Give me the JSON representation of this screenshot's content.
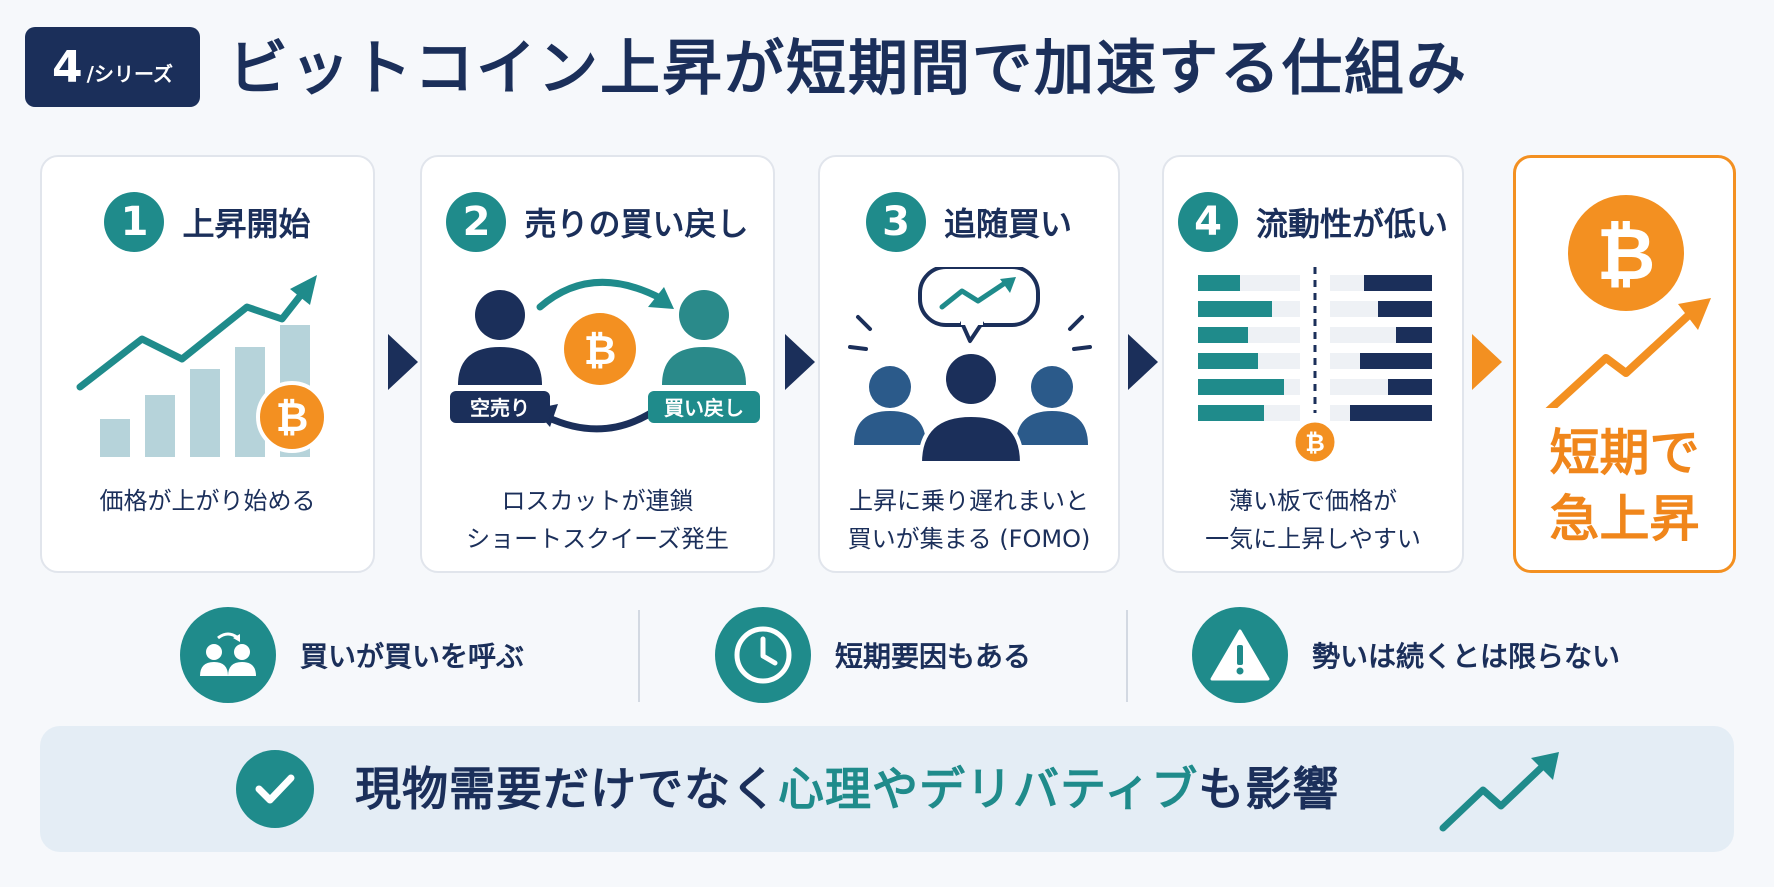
{
  "header": {
    "badge_number": "4",
    "badge_label": "/シリーズ",
    "title": "ビットコイン上昇が短期間で加速する仕組み"
  },
  "steps": [
    {
      "number": "1",
      "title": "上昇開始",
      "description": "価格が上がり始める"
    },
    {
      "number": "2",
      "title": "売りの買い戻し",
      "description": "ロスカットが連鎖\nショートスクイーズ発生",
      "left_person_label": "空売り",
      "right_person_label": "買い戻し"
    },
    {
      "number": "3",
      "title": "追随買い",
      "description": "上昇に乗り遅れまいと\n買いが集まる (FOMO)"
    },
    {
      "number": "4",
      "title": "流動性が低い",
      "description": "薄い板で価格が\n一気に上昇しやすい"
    }
  ],
  "result": {
    "label": "短期で\n急上昇"
  },
  "features": [
    {
      "label": "買いが買いを呼ぶ",
      "icon": "people-exchange-icon"
    },
    {
      "label": "短期要因もある",
      "icon": "clock-icon"
    },
    {
      "label": "勢いは続くとは限らない",
      "icon": "warning-icon"
    }
  ],
  "banner": {
    "text_before": "現物需要だけでなく",
    "text_highlight": "心理やデリバティブ",
    "text_after": "も影響",
    "icon": "check-icon"
  },
  "colors": {
    "navy": "#1b2f5a",
    "teal": "#1f8b8b",
    "orange": "#f39021",
    "light_blue": "#b6d3da",
    "banner_bg": "#e4edf5"
  }
}
